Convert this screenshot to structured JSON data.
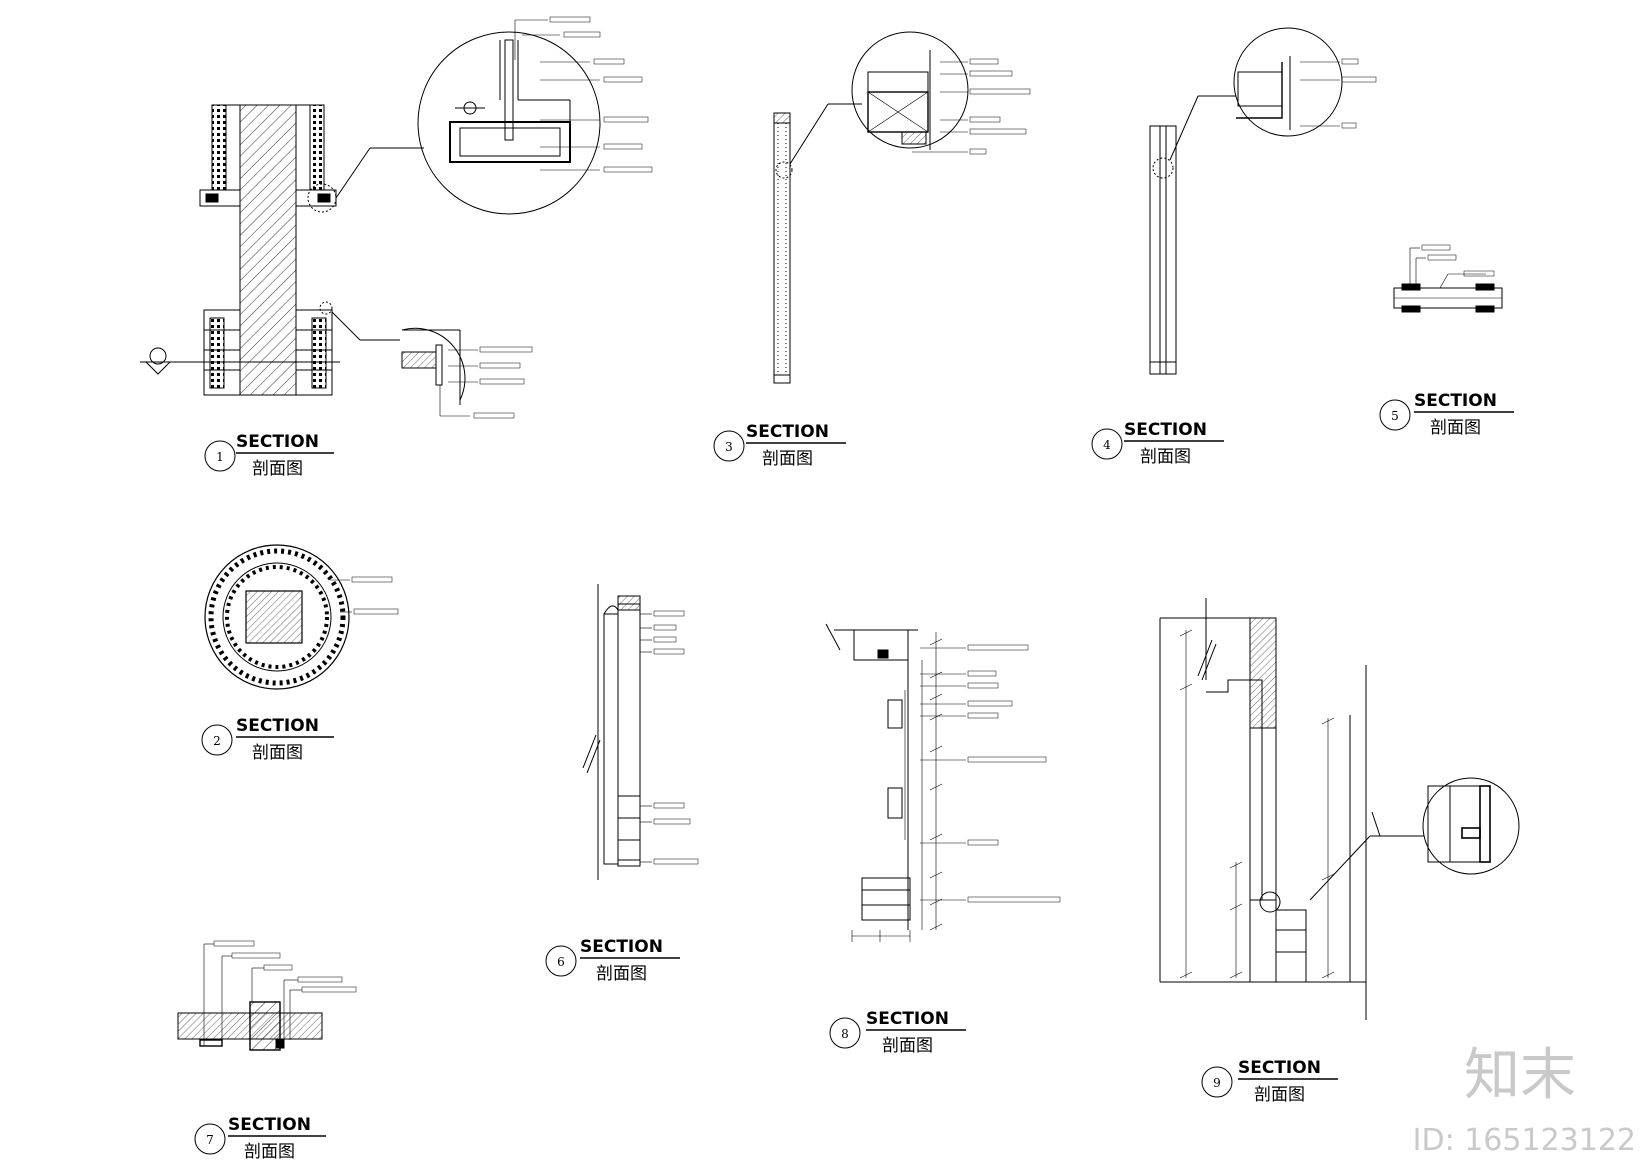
{
  "sections": [
    {
      "number": "1",
      "title": "SECTION",
      "subtitle": "剖面图"
    },
    {
      "number": "2",
      "title": "SECTION",
      "subtitle": "剖面图"
    },
    {
      "number": "3",
      "title": "SECTION",
      "subtitle": "剖面图"
    },
    {
      "number": "4",
      "title": "SECTION",
      "subtitle": "剖面图"
    },
    {
      "number": "5",
      "title": "SECTION",
      "subtitle": "剖面图"
    },
    {
      "number": "6",
      "title": "SECTION",
      "subtitle": "剖面图"
    },
    {
      "number": "7",
      "title": "SECTION",
      "subtitle": "剖面图"
    },
    {
      "number": "8",
      "title": "SECTION",
      "subtitle": "剖面图"
    },
    {
      "number": "9",
      "title": "SECTION",
      "subtitle": "剖面图"
    }
  ],
  "watermark": {
    "brand": "知末",
    "id_text": "ID: 165123122"
  },
  "colors": {
    "line": "#000000",
    "watermark": "#c9c9c9",
    "background": "#ffffff"
  }
}
